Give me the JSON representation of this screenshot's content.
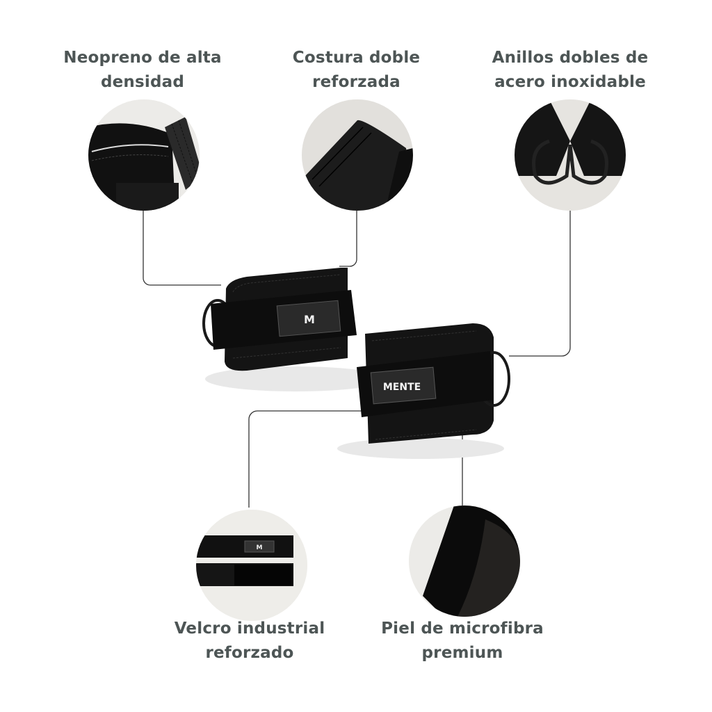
{
  "features": [
    {
      "id": "neoprene",
      "line1": "Neopreno de alta",
      "line2": "densidad"
    },
    {
      "id": "stitching",
      "line1": "Costura doble",
      "line2": "reforzada"
    },
    {
      "id": "rings",
      "line1": "Anillos dobles de",
      "line2": "acero inoxidable"
    },
    {
      "id": "velcro",
      "line1": "Velcro industrial",
      "line2": "reforzado"
    },
    {
      "id": "leather",
      "line1": "Piel de microfibra",
      "line2": "premium"
    }
  ],
  "product": {
    "left_strap_logo": "M",
    "right_strap_label": "MENTE"
  },
  "colors": {
    "text": "#4d5555",
    "product_black": "#141414",
    "circle_bg": "#ecebe8",
    "line": "#333333"
  }
}
